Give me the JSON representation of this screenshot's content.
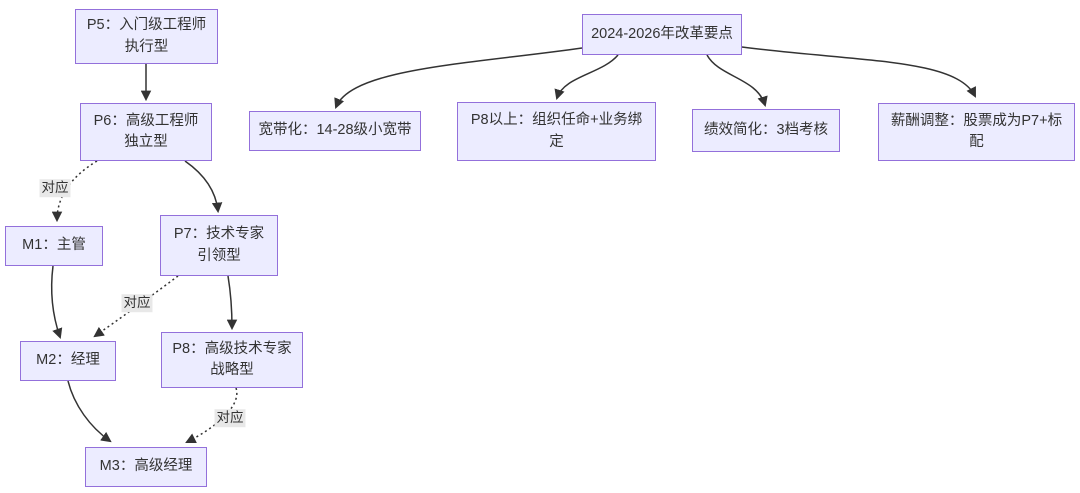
{
  "diagram": {
    "type": "flowchart",
    "colors": {
      "background": "#ffffff",
      "node_fill": "#ECECFF",
      "node_border": "#9370DB",
      "edge": "#333333",
      "edge_label_bg": "#e8e8e8",
      "text": "#333333"
    },
    "career_ladder": {
      "nodes": {
        "p5": "P5：入门级工程师\n执行型",
        "p6": "P6：高级工程师\n独立型",
        "m1": "M1：主管",
        "p7": "P7：技术专家\n引领型",
        "m2": "M2：经理",
        "p8": "P8：高级技术专家\n战略型",
        "m3": "M3：高级经理"
      },
      "edges": [
        {
          "from": "P5",
          "to": "P6",
          "style": "solid",
          "label": ""
        },
        {
          "from": "P6",
          "to": "M1",
          "style": "dotted",
          "label": "对应"
        },
        {
          "from": "P6",
          "to": "P7",
          "style": "solid",
          "label": ""
        },
        {
          "from": "M1",
          "to": "M2",
          "style": "solid",
          "label": ""
        },
        {
          "from": "P7",
          "to": "M2",
          "style": "dotted",
          "label": "对应"
        },
        {
          "from": "P7",
          "to": "P8",
          "style": "solid",
          "label": ""
        },
        {
          "from": "M2",
          "to": "M3",
          "style": "solid",
          "label": ""
        },
        {
          "from": "P8",
          "to": "M3",
          "style": "dotted",
          "label": "对应"
        }
      ]
    },
    "reform": {
      "root": "2024-2026年改革要点",
      "items": {
        "broadband": "宽带化：14-28级小宽带",
        "p8_plus": "P8以上：组织任命+业务绑\n定",
        "performance": "绩效简化：3档考核",
        "compensation": "薪酬调整：股票成为P7+标\n配"
      },
      "edges": [
        {
          "from": "root",
          "to": "broadband",
          "style": "solid"
        },
        {
          "from": "root",
          "to": "p8_plus",
          "style": "solid"
        },
        {
          "from": "root",
          "to": "performance",
          "style": "solid"
        },
        {
          "from": "root",
          "to": "compensation",
          "style": "solid"
        }
      ]
    }
  }
}
